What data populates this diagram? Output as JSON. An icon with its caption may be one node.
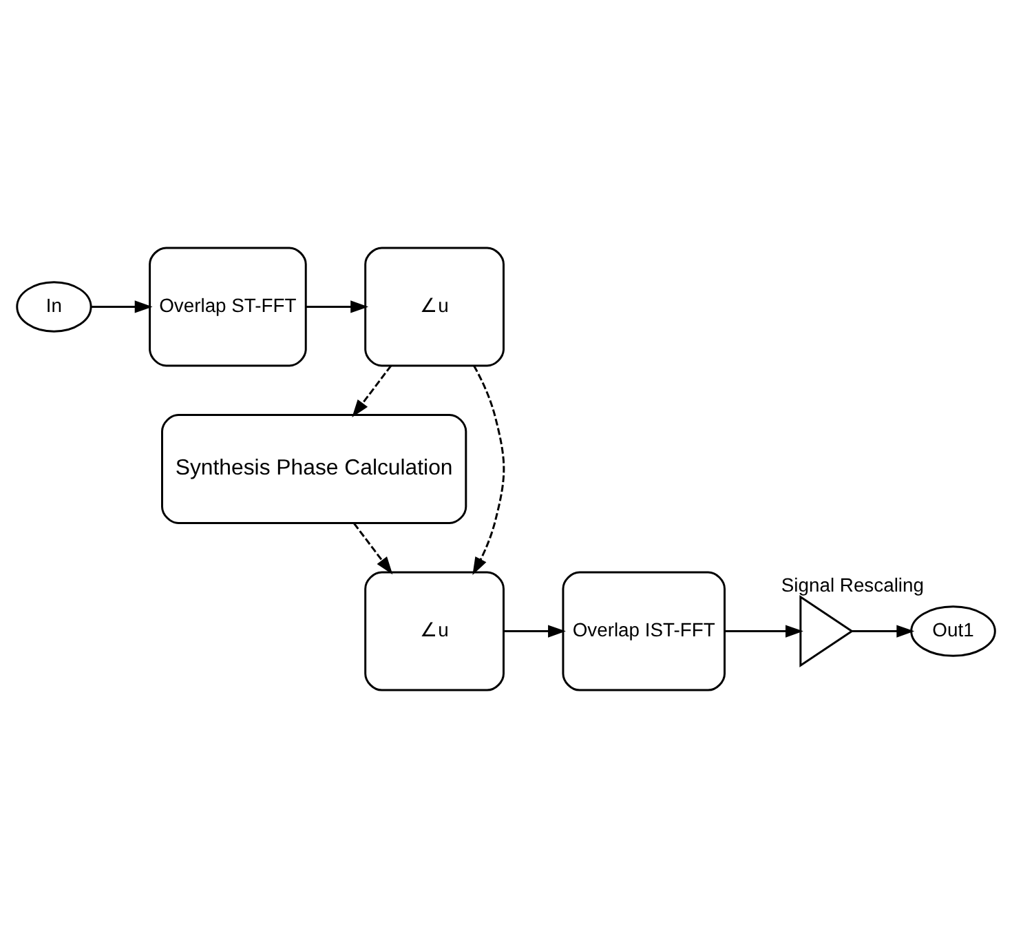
{
  "diagram": {
    "nodes": [
      {
        "text": [
          "In"
        ]
      },
      {
        "text": [
          "Overlap ST-FFT"
        ]
      },
      {
        "text": [
          "∠u"
        ]
      },
      {
        "text": [
          "Synthesis Phase Calculation"
        ]
      },
      {
        "text": [
          "∠u"
        ]
      },
      {
        "text": [
          "Overlap IST-FFT"
        ]
      },
      {
        "text": [],
        "shape": "triangle",
        "beside": [
          "Signal Rescaling"
        ]
      },
      {
        "text": [
          "Out1"
        ]
      }
    ],
    "edges": [
      {
        "from": 0,
        "to": 1,
        "arrow": "to"
      },
      {
        "from": 1,
        "to": 2,
        "arrow": "to"
      },
      {
        "from": 2,
        "to": 3,
        "arrow": "to",
        "style": "dashed"
      },
      {
        "from": 2,
        "to": 4,
        "arrow": "to",
        "style": "dashed"
      },
      {
        "from": 3,
        "to": 4,
        "arrow": "to",
        "style": "dashed"
      },
      {
        "from": 4,
        "to": 5,
        "arrow": "to"
      },
      {
        "from": 5,
        "to": 6,
        "arrow": "to"
      },
      {
        "from": 6,
        "to": 7,
        "arrow": "to"
      }
    ]
  }
}
